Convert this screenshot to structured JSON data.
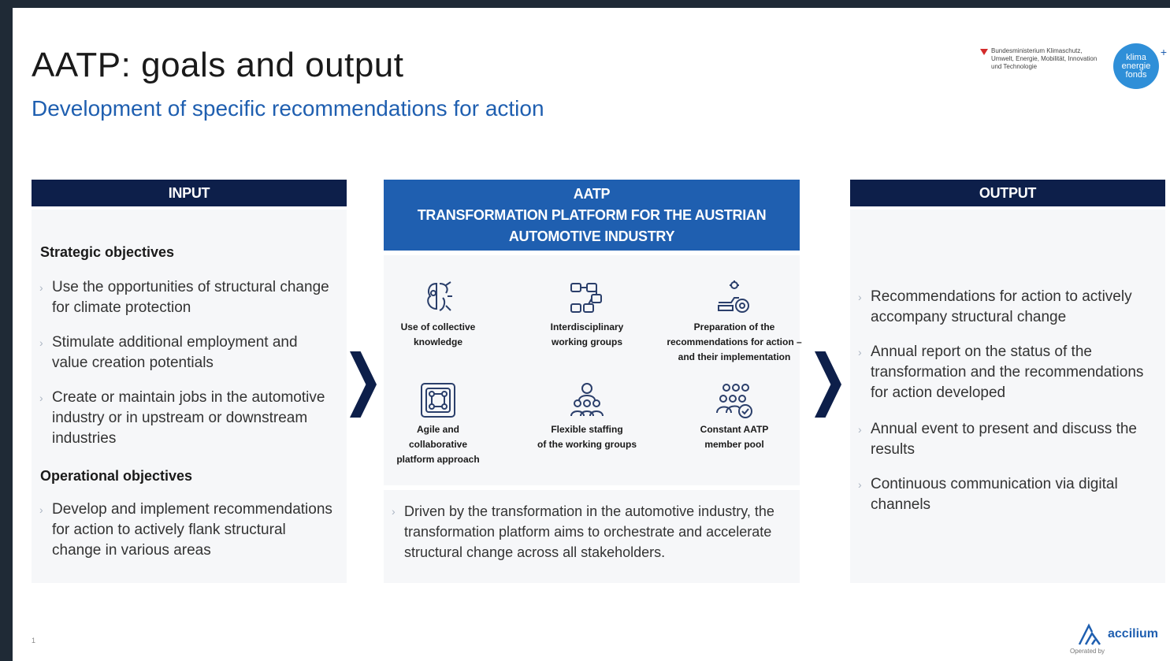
{
  "title": "AATP: goals and output",
  "subtitle": "Development of specific recommendations for action",
  "logos": {
    "ministry_text": "Bundesministerium Klimaschutz, Umwelt, Energie, Mobilität, Innovation und Technologie",
    "klima_text": "klima energie fonds",
    "accilium": "accilium",
    "operated_by": "Operated by"
  },
  "input": {
    "header": "INPUT",
    "strategic_heading": "Strategic objectives",
    "strategic_items": [
      "Use the opportunities of structural change for climate protection",
      "Stimulate additional employment and value creation potentials",
      "Create or maintain jobs in the automotive industry or in upstream or downstream industries"
    ],
    "operational_heading": "Operational objectives",
    "operational_items": [
      "Develop and implement recommendations for action to actively flank structural change in various areas"
    ]
  },
  "platform": {
    "header_line1": "AATP",
    "header_line2": "TRANSFORMATION PLATFORM FOR THE AUSTRIAN",
    "header_line3": "AUTOMOTIVE INDUSTRY",
    "features": [
      {
        "label": "Use of collective\nknowledge",
        "icon": "brain-icon"
      },
      {
        "label": "Interdisciplinary\nworking groups",
        "icon": "network-icon"
      },
      {
        "label": "Preparation of the\nrecommendations for action –\nand their implementation",
        "icon": "gear-hand-icon"
      },
      {
        "label": "Agile and\ncollaborative\nplatform approach",
        "icon": "platform-icon"
      },
      {
        "label": "Flexible staffing\nof the working groups",
        "icon": "people-group-icon"
      },
      {
        "label": "Constant AATP\nmember pool",
        "icon": "member-pool-icon"
      }
    ],
    "description": "Driven by the transformation in the automotive industry, the transformation platform aims to orchestrate and accelerate structural change across all stakeholders."
  },
  "output": {
    "header": "OUTPUT",
    "items": [
      "Recommendations for action to actively accompany structural change",
      "Annual report on the status of the transformation and the recommendations for action developed",
      "Annual event to present and discuss the results",
      "Continuous communication via digital channels"
    ]
  },
  "page_number": "1"
}
